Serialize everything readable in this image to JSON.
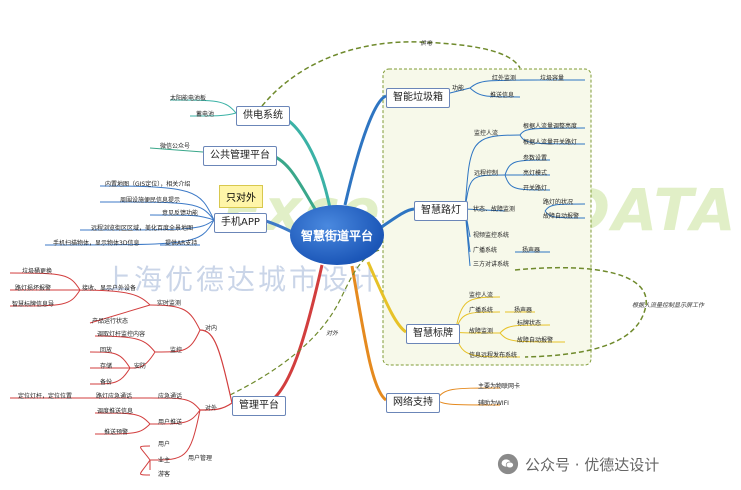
{
  "center": "智慧街道平台",
  "watermark_brand": "Excellent DATA",
  "watermark_company": "上海优德达城市设计咨询有限公司",
  "tag": "只对外",
  "footer": {
    "icon": "wechat-icon",
    "text": "公众号 · 优德达设计"
  },
  "labels": {
    "power_supply": "供电",
    "external": "对外",
    "ai_note": "根据人流量控制显示屏工作"
  },
  "left": {
    "power": {
      "label": "供电系统",
      "items": [
        "太阳能电池板",
        "蓄电池"
      ]
    },
    "public": {
      "label": "公共管理平台",
      "items": [
        "微信公众号"
      ]
    },
    "app": {
      "label": "手机APP",
      "items": [
        "内置地图（GIS定位），相关介绍",
        "周围设施便民信息提示",
        "意见反馈功能",
        "远程浏览街区区域，美化百度全景地图",
        "手机扫描物体，显示物体3D信息",
        "提供AR支持"
      ]
    },
    "mgmt": {
      "label": "管理平台",
      "inner": "对内",
      "outer": "对外",
      "realtime": "实时监测",
      "receive": "接收、显示户外设备",
      "recv_items": [
        "垃圾桶更换",
        "路灯损坏报警",
        "智慧标牌信息导"
      ],
      "prod_status": "产品运行状态",
      "monitor": "监控",
      "call_content": "调取灯杆监控内容",
      "security": "安防",
      "sec_items": [
        "回放",
        "存储",
        "备份"
      ],
      "emergency": "应急通话",
      "emer_detail": "路灯应急通话",
      "locate": "定位灯杆，定位位置",
      "user_push": "用户推送",
      "push_items": [
        "调度推送信息",
        "推送预警"
      ],
      "user_mgmt": "用户管理",
      "user_label": "用户",
      "user_items": [
        "业主",
        "游客"
      ]
    }
  },
  "right": {
    "trash": {
      "label": "智能垃圾箱",
      "func": "功能",
      "items": [
        "红外监测",
        "垃圾容量",
        "推送信息"
      ]
    },
    "lamp": {
      "label": "智慧路灯",
      "monitor_people": "监控人流",
      "mp_items": [
        "根据人流量调整亮度",
        "根据人流量开关路灯"
      ],
      "remote": "远程控制",
      "rc_items": [
        "参数设置",
        "亮灯模式",
        "开关路灯"
      ],
      "status": "状态、故障监测",
      "st_items": [
        "路灯的状况",
        "故障自动报警"
      ],
      "video": "视频监控系统",
      "broadcast": "广播系统",
      "speaker": "扬声器",
      "talk": "三方对讲系统"
    },
    "sign": {
      "label": "智慧标牌",
      "monitor_people": "监控人流",
      "broadcast": "广播系统",
      "speaker": "扬声器",
      "fault": "故障监测",
      "fault_items": [
        "标牌状态",
        "故障自动报警"
      ],
      "publish": "信息远程发布系统"
    },
    "net": {
      "label": "网络支持",
      "items": [
        "主要为物联网卡",
        "辅助为WIFI"
      ]
    }
  }
}
